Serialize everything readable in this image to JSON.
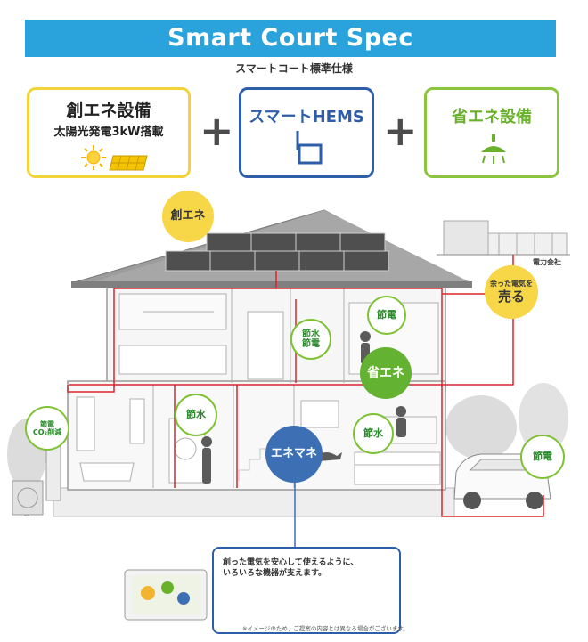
{
  "header": {
    "title": "Smart Court Spec",
    "subtitle": "スマートコート標準仕様",
    "banner_color": "#2aa3dd"
  },
  "cards": {
    "creation": {
      "title": "創エネ設備",
      "subtitle": "太陽光発電3kW搭載",
      "icons": [
        "sun-icon",
        "solar-panel-icon"
      ],
      "color": "#f2d43a"
    },
    "hems": {
      "title": "スマートHEMS",
      "icons": [
        "hems-device-icon"
      ],
      "color": "#2e5ea8"
    },
    "saving": {
      "title": "省エネ設備",
      "icons": [
        "ceiling-light-icon"
      ],
      "color": "#8bc43d"
    },
    "plus": "+"
  },
  "diagram": {
    "bubbles": {
      "sou_ene": "創エネ",
      "baiden": [
        "余った電気を",
        "売る"
      ],
      "setsuden_upper": "節電",
      "setsusui_setsuden": [
        "節水",
        "節電"
      ],
      "shou_ene": "省エネ",
      "setsuden_co2": [
        "節電",
        "CO₂削減"
      ],
      "setsusui_bath": "節水",
      "setsusui_living": "節水",
      "enemane": "エネマネ",
      "setsuden_car": "節電"
    },
    "power_company": "電力会社",
    "colors": {
      "yellow": "#f7d648",
      "green": "#64b232",
      "blue": "#3c6fb3",
      "wire": "#d9262b"
    }
  },
  "info": {
    "line1": "創った電気を安心して使えるように、",
    "line2": "いろいろな機器が支えます。",
    "note": "※イメージのため、ご提案の内容とは異なる場合がございます。"
  }
}
